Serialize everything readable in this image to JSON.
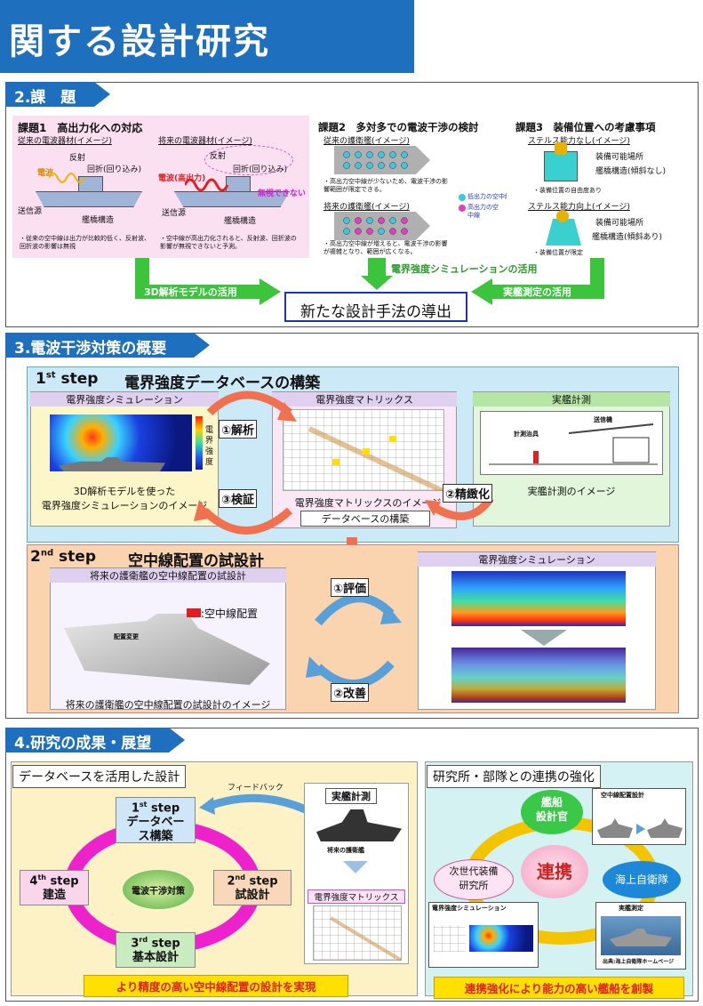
{
  "title": "関する設計研究",
  "s2": {
    "heading": "2.課　題",
    "k1": {
      "title": "課題1　高出力化への対応",
      "old_label": "従来の電波器材(イメージ)",
      "new_label": "将来の電波器材(イメージ)",
      "denpa": "電波",
      "hansha": "反射",
      "kaisetsu": "回折(回り込み)",
      "sousinsrc": "送信源",
      "kantei": "艦橋構造",
      "denpa_high": "電波(高出力)",
      "mushi": "無視できない",
      "note1": "・従来の空中線は出力が比較的低く、反射波、回折波の影響は無視",
      "note2": "・空中線が高出力化されると、反射波、回折波の影響が無視できないと予測。"
    },
    "k2": {
      "title": "課題2　多対多での電波干渉の検討",
      "old_label": "従来の護衛艦(イメージ)",
      "new_label": "将来の護衛艦(イメージ)",
      "note1": "・高出力空中線が少ないため、電波干渉の影響範囲が限定できる。",
      "note2": "・高出力空中線が増えると、電波干渉の影響が複雑となり、範囲が広くなる。",
      "leg1": "低出力の空中線",
      "leg2": "高出力の空中線"
    },
    "k3": {
      "title": "課題3　装備位置への考慮事項",
      "none_label": "ステルス能力なし(イメージ)",
      "up_label": "ステルス能力向上(イメージ)",
      "place": "装備可能場所",
      "kan1": "艦橋構造(傾斜なし)",
      "note1": "・装備位置の自由度あり",
      "place2": "装備可能場所",
      "kan2": "艦橋構造(傾斜あり)",
      "note2": "・装備位置が限定"
    },
    "arrow_left": "3D解析モデルの活用",
    "arrow_center": "電界強度シミュレーションの活用",
    "arrow_right": "実艦測定の活用",
    "result": "新たな設計手法の導出"
  },
  "s3": {
    "heading": "3.電波干渉対策の概要",
    "step1": {
      "sup": "st",
      "num": "1",
      "title": "電界強度データベースの構築",
      "sim_label": "電界強度シミュレーション",
      "scale": "電界強度",
      "sim_caption": "3D解析モデルを使った\n電界強度シミュレーションのイメージ",
      "matrix_label": "電界強度マトリックス",
      "matrix_caption": "電界強度マトリックスのイメージ",
      "db_label": "データベースの構築",
      "meas_label": "実艦計測",
      "meas_caption": "実艦計測のイメージ",
      "jig": "計測治具",
      "antenna": "送信機",
      "c1": "①解析",
      "c2": "②精緻化",
      "c3": "③検証"
    },
    "step2": {
      "sup": "nd",
      "num": "2",
      "title": "空中線配置の試設計",
      "box_label": "将来の護衛艦の空中線配置の試設計",
      "legend": ":空中線配置",
      "caption": "将来の護衛艦の空中線配置の試設計のイメージ",
      "ship_tag": "配置変更",
      "sim_label": "電界強度シミュレーション",
      "c1": "①評価",
      "c2": "②改善"
    }
  },
  "s4": {
    "heading": "4.研究の成果・展望",
    "left": {
      "title": "データベースを活用した設計",
      "feedback": "フィードバック",
      "s1": {
        "n": "1",
        "sup": "st",
        "t": "step",
        "name": "データベース構築"
      },
      "s2": {
        "n": "2",
        "sup": "nd",
        "t": "step",
        "name": "試設計"
      },
      "s3": {
        "n": "3",
        "sup": "rd",
        "t": "step",
        "name": "基本設計"
      },
      "s4": {
        "n": "4",
        "sup": "th",
        "t": "step",
        "name": "建造"
      },
      "center": "電波干渉対策",
      "meas": "実艦計測",
      "future": "将来の護衛艦",
      "matrix": "電界強度マトリックス",
      "banner": "より精度の高い空中線配置の設計を実現"
    },
    "right": {
      "title": "研究所・部隊との連携の強化",
      "ship_official": "艦船\n設計官",
      "lab": "次世代装備\n研究所",
      "jmsdf": "海上自衛隊",
      "center": "連携",
      "trial": "空中線配置設計",
      "sim": "電界強度シミュレーション",
      "meas": "実艦測定",
      "source": "出典:海上自衛隊ホームページ",
      "banner": "連携強化により能力の高い艦船を創製"
    }
  }
}
